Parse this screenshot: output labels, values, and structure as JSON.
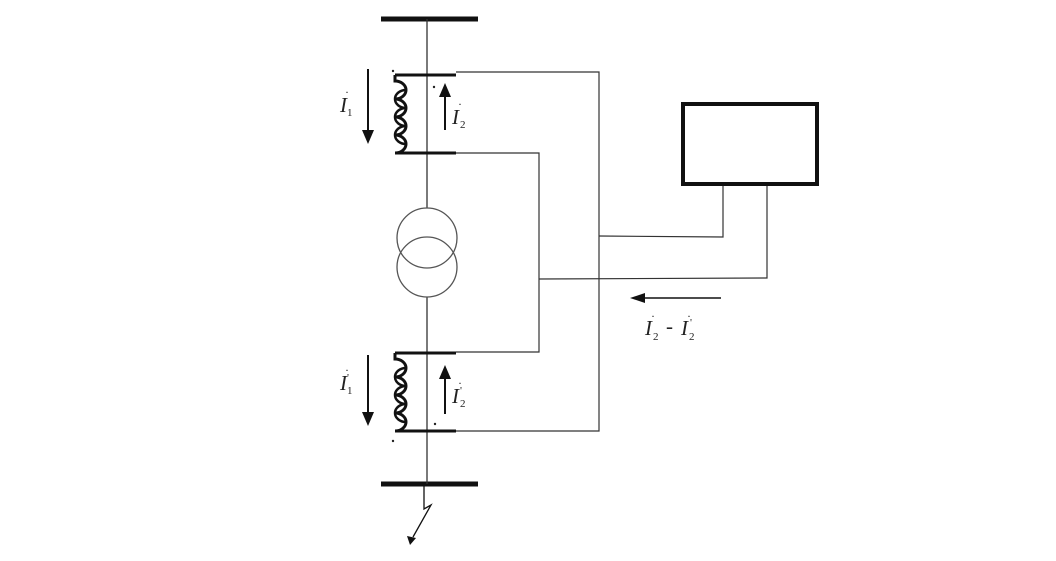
{
  "labels": {
    "i1": {
      "main": "I",
      "sub": "1",
      "dot": "·"
    },
    "i2": {
      "main": "I",
      "sub": "2",
      "dot": "·"
    },
    "i1p": {
      "main": "I",
      "sub": "1",
      "dot": "·",
      "prime": "'"
    },
    "i2p": {
      "main": "I",
      "sub": "2",
      "dot": "·",
      "prime": "'"
    },
    "diff": {
      "a_main": "I",
      "a_sub": "2",
      "minus": "-",
      "b_main": "I",
      "b_sub": "2",
      "b_prime": "'",
      "dot": "·"
    }
  },
  "colors": {
    "line": "#1a1a1a",
    "thin": "#333333",
    "transformer": "#555555"
  }
}
